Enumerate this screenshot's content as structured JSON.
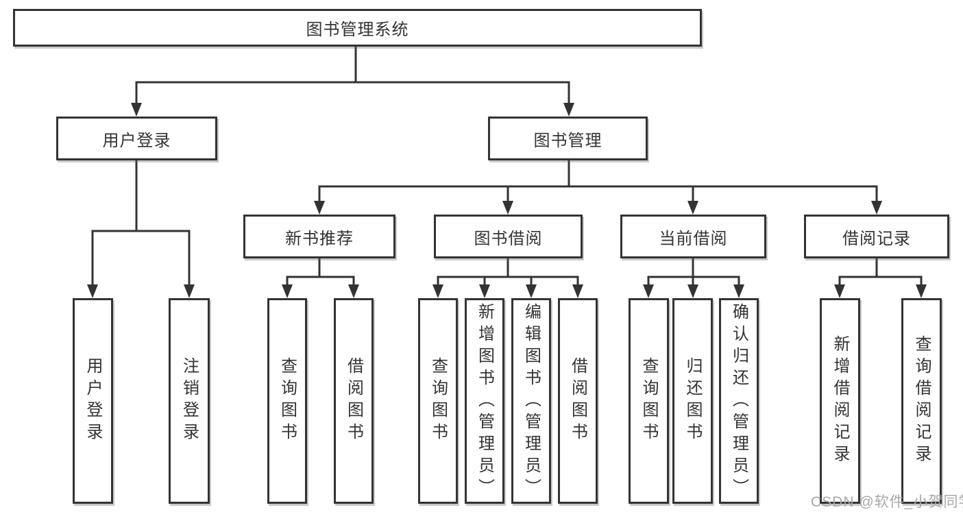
{
  "diagram": {
    "title": "图书管理系统",
    "branches": [
      {
        "label": "用户登录",
        "children": [
          {
            "label": "用户登录"
          },
          {
            "label": "注销登录"
          }
        ]
      },
      {
        "label": "图书管理",
        "children": [
          {
            "label": "新书推荐",
            "children": [
              {
                "label": "查询图书"
              },
              {
                "label": "借阅图书"
              }
            ]
          },
          {
            "label": "图书借阅",
            "children": [
              {
                "label": "查询图书"
              },
              {
                "label": "新增图书（管理员）"
              },
              {
                "label": "编辑图书（管理员）"
              },
              {
                "label": "借阅图书"
              }
            ]
          },
          {
            "label": "当前借阅",
            "children": [
              {
                "label": "查询图书"
              },
              {
                "label": "归还图书"
              },
              {
                "label": "确认归还（管理员）"
              }
            ]
          },
          {
            "label": "借阅记录",
            "children": [
              {
                "label": "新增借阅记录"
              },
              {
                "label": "查询借阅记录"
              }
            ]
          }
        ]
      }
    ]
  },
  "watermark": "CSDN @软件_小贺同学",
  "colors": {
    "line": "#333333",
    "text": "#333333",
    "box_background": "#ffffff",
    "watermark": "#a8a8a8"
  }
}
